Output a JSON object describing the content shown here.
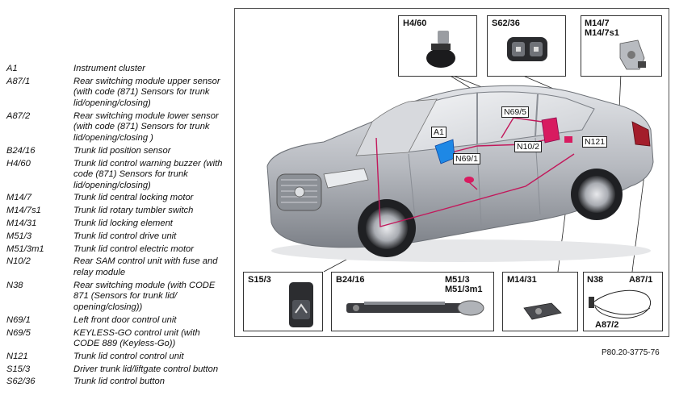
{
  "legend": [
    {
      "code": "A1",
      "desc": "Instrument cluster"
    },
    {
      "code": "A87/1",
      "desc": "Rear switching module upper sensor (with code (871) Sensors for trunk lid/opening/closing)"
    },
    {
      "code": "A87/2",
      "desc": "Rear switching module lower sensor (with code (871) Sensors for trunk lid/opening/closing )"
    },
    {
      "code": "B24/16",
      "desc": "Trunk lid position sensor"
    },
    {
      "code": "H4/60",
      "desc": "Trunk lid control warning buzzer (with code (871) Sensors for trunk lid/opening/closing)"
    },
    {
      "code": "M14/7",
      "desc": "Trunk lid central locking motor"
    },
    {
      "code": "M14/7s1",
      "desc": "Trunk lid rotary tumbler switch"
    },
    {
      "code": "M14/31",
      "desc": "Trunk lid locking element"
    },
    {
      "code": "M51/3",
      "desc": "Trunk lid control drive unit"
    },
    {
      "code": "M51/3m1",
      "desc": "Trunk lid control electric motor"
    },
    {
      "code": "N10/2",
      "desc": "Rear SAM control unit with fuse and relay module"
    },
    {
      "code": "N38",
      "desc": "Rear switching module (with CODE 871 (Sensors for trunk lid/ opening/closing))"
    },
    {
      "code": "N69/1",
      "desc": "Left front door control unit"
    },
    {
      "code": "N69/5",
      "desc": "KEYLESS-GO control unit (with CODE 889 (Keyless-Go))"
    },
    {
      "code": "N121",
      "desc": "Trunk lid control control unit"
    },
    {
      "code": "S15/3",
      "desc": "Driver trunk lid/liftgate control button"
    },
    {
      "code": "S62/36",
      "desc": "Trunk lid control button"
    }
  ],
  "boxes": {
    "h460": "H4/60",
    "s6236": "S62/36",
    "m147": "M14/7",
    "m147s1": "M14/7s1",
    "s153": "S15/3",
    "b2416": "B24/16",
    "m513": "M51/3",
    "m513m1": "M51/3m1",
    "m1431": "M14/31",
    "n38": "N38",
    "a871": "A87/1",
    "a872": "A87/2"
  },
  "callouts": {
    "a1": "A1",
    "n695": "N69/5",
    "n691": "N69/1",
    "n102": "N10/2",
    "n121": "N121"
  },
  "figure_ref": "P80.20-3775-76",
  "colors": {
    "car_body": "#b9bcc2",
    "harness": "#c2185b",
    "highlight_blue": "#1e88e5",
    "highlight_magenta": "#d81b60",
    "frame": "#555555"
  }
}
